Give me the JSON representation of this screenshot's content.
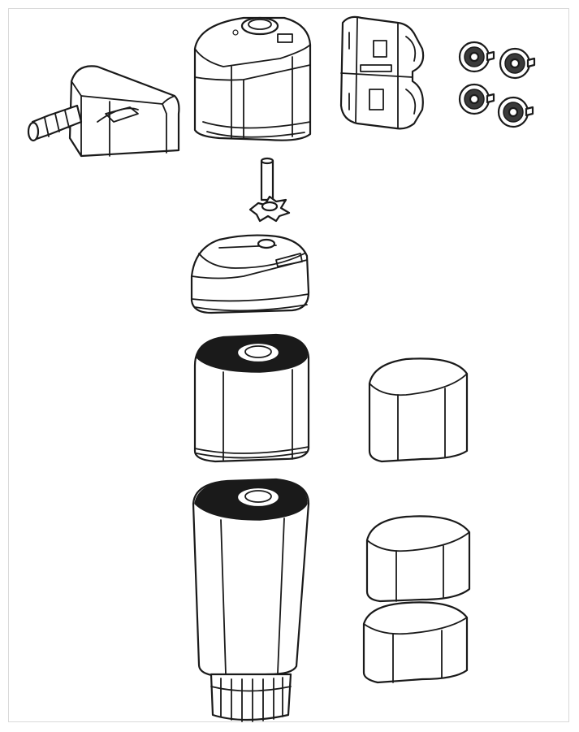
{
  "diagram": {
    "type": "exploded-view line drawing",
    "colors": {
      "stroke": "#1a1a1a",
      "fill": "#ffffff",
      "frame": "#d9d9d9"
    },
    "parts": [
      {
        "id": "outlet-nozzle",
        "icon": "hose-nozzle-icon"
      },
      {
        "id": "pump-head",
        "icon": "pump-head-icon"
      },
      {
        "id": "mounting-bracket",
        "icon": "bracket-icon"
      },
      {
        "id": "suction-cups",
        "icon": "suction-cup-icon",
        "count": 4
      },
      {
        "id": "impeller",
        "icon": "impeller-icon"
      },
      {
        "id": "impeller-cover",
        "icon": "impeller-cover-icon"
      },
      {
        "id": "upper-filter-chamber",
        "icon": "filter-chamber-icon"
      },
      {
        "id": "upper-sponge",
        "icon": "sponge-icon"
      },
      {
        "id": "lower-filter-chamber",
        "icon": "filter-chamber-icon"
      },
      {
        "id": "lower-sponge-top",
        "icon": "sponge-icon"
      },
      {
        "id": "lower-sponge-bottom",
        "icon": "sponge-icon"
      }
    ]
  }
}
